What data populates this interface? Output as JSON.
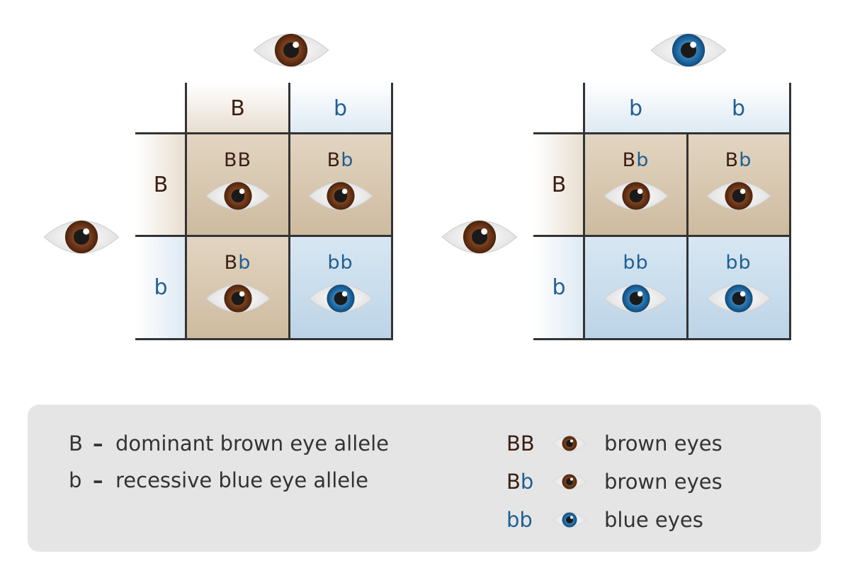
{
  "colors": {
    "uppercase_text": "#3a1f14",
    "lowercase_text": "#1f5f93",
    "brown_cell": "#d4c4ad",
    "blue_cell": "#c6dae9",
    "brown_iris": "#6a3517",
    "blue_iris": "#1f6aa5",
    "legend_bg": "#e5e5e5"
  },
  "square_left": {
    "top_parent_eye": "brown-eye-icon",
    "left_parent_eye": "brown-eye-icon",
    "col_headers": [
      "B",
      "b"
    ],
    "row_headers": [
      "B",
      "b"
    ],
    "cells": [
      [
        {
          "g1": "B",
          "g2": "B",
          "eye": "brown"
        },
        {
          "g1": "B",
          "g2": "b",
          "eye": "brown"
        }
      ],
      [
        {
          "g1": "B",
          "g2": "b",
          "eye": "brown"
        },
        {
          "g1": "b",
          "g2": "b",
          "eye": "blue"
        }
      ]
    ]
  },
  "square_right": {
    "top_parent_eye": "blue-eye-icon",
    "left_parent_eye": "brown-eye-icon",
    "col_headers": [
      "b",
      "b"
    ],
    "row_headers": [
      "B",
      "b"
    ],
    "cells": [
      [
        {
          "g1": "B",
          "g2": "b",
          "eye": "brown"
        },
        {
          "g1": "B",
          "g2": "b",
          "eye": "brown"
        }
      ],
      [
        {
          "g1": "b",
          "g2": "b",
          "eye": "blue"
        },
        {
          "g1": "b",
          "g2": "b",
          "eye": "blue"
        }
      ]
    ]
  },
  "legend": {
    "alleles": [
      {
        "symbol": "B",
        "dash": "–",
        "text": "dominant brown eye allele"
      },
      {
        "symbol": "b",
        "dash": "–",
        "text": "recessive blue eye allele"
      }
    ],
    "phenotypes": [
      {
        "g1": "B",
        "g2": "B",
        "eye": "brown",
        "text": "brown eyes"
      },
      {
        "g1": "B",
        "g2": "b",
        "eye": "brown",
        "text": "brown eyes"
      },
      {
        "g1": "b",
        "g2": "b",
        "eye": "blue",
        "text": "blue eyes"
      }
    ]
  }
}
